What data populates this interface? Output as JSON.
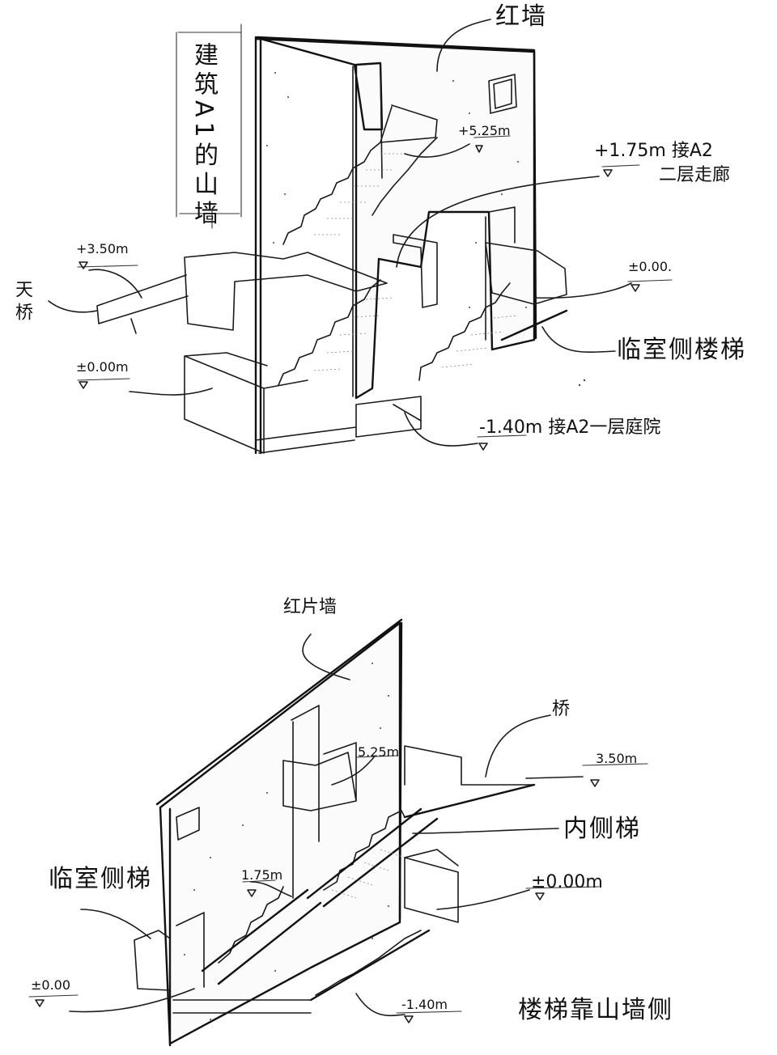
{
  "diagram_top": {
    "title_vertical": "建筑A1的山墙",
    "red_wall": "红墙",
    "level_525": "+5.25m",
    "level_175": "+1.75m 接A2",
    "level_175_sub": "二层走廊",
    "level_350": "+3.50m",
    "bridge_vertical": "天桥",
    "level_000_right": "±0.00.",
    "stair_side_room": "临室侧楼梯",
    "level_000_left": "±0.00m",
    "level_m140": "-1.40m 接A2一层庭院"
  },
  "diagram_bottom": {
    "red_wall": "红片墙",
    "bridge": "桥",
    "level_525": "5.25m",
    "level_350": "3.50m",
    "inner_stair": "内侧梯",
    "stair_side_room": "临室侧梯",
    "level_175": "1.75m",
    "level_000_right": "±0.00m",
    "level_000_left": "±0.00",
    "level_m140": "-1.40m",
    "caption": "楼梯靠山墙侧"
  }
}
